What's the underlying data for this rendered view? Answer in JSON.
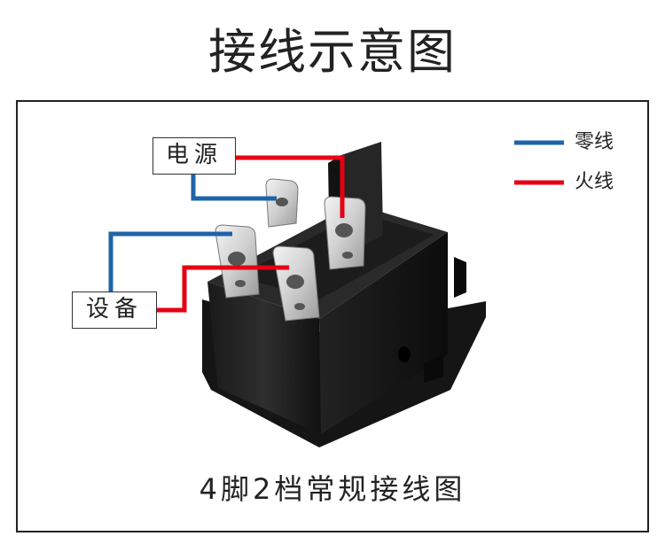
{
  "title": "接线示意图",
  "labels": {
    "power": "电源",
    "device": "设备"
  },
  "legend": [
    {
      "text": "零线",
      "color": "#1e64a8"
    },
    {
      "text": "火线",
      "color": "#e60012"
    }
  ],
  "caption": "4脚2档常规接线图"
}
